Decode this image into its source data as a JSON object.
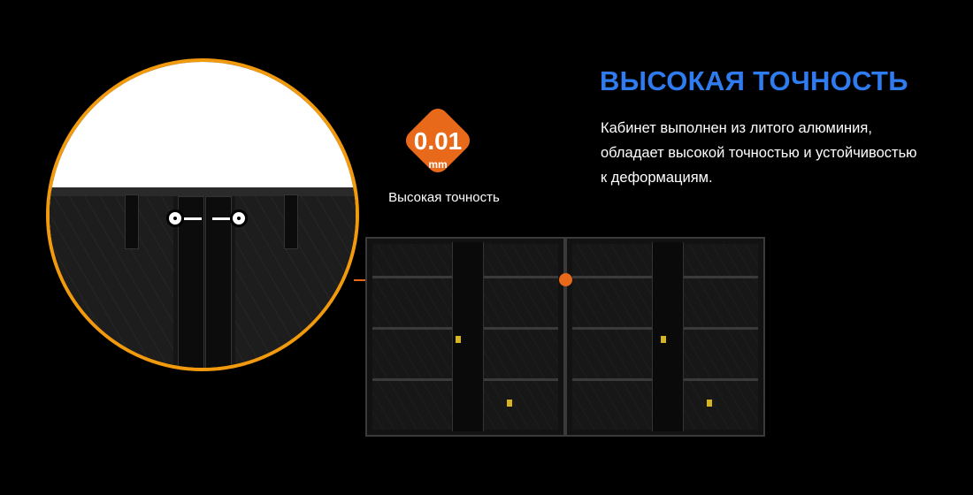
{
  "heading": "ВЫСОКАЯ ТОЧНОСТЬ",
  "description": "Кабинет выполнен из литого алюминия, обладает высокой точностью и устойчивостью к деформациям.",
  "badge": {
    "value": "0.01",
    "unit": "mm",
    "label": "Высокая точность"
  },
  "colors": {
    "accent": "#e9691a",
    "heading": "#2f7bf0",
    "ring": "#f29a0d"
  }
}
